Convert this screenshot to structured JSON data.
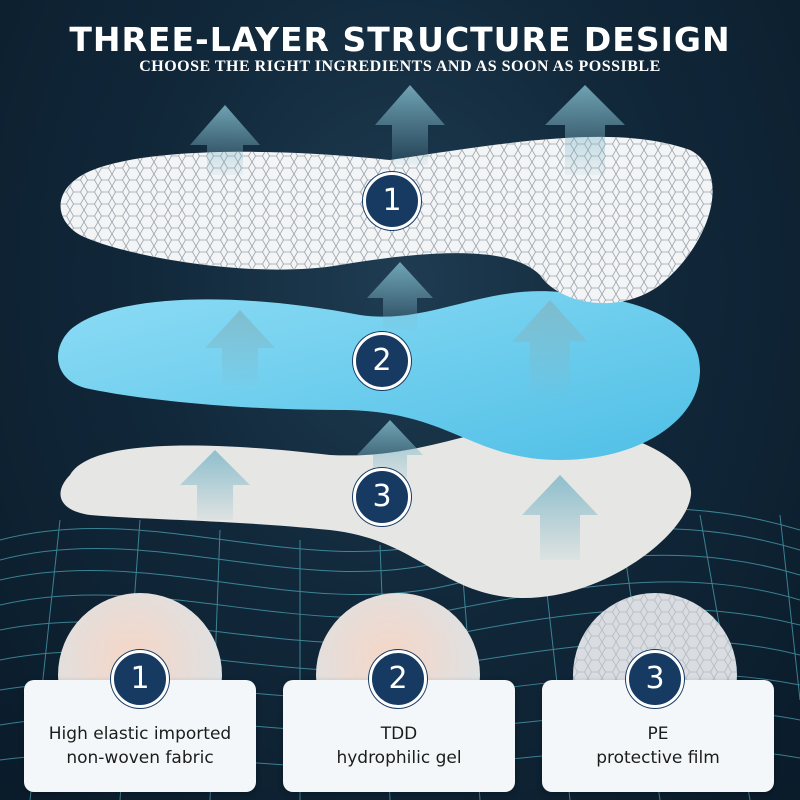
{
  "header": {
    "title": "THREE-LAYER STRUCTURE DESIGN",
    "subtitle": "CHOOSE THE RIGHT INGREDIENTS AND AS SOON AS POSSIBLE"
  },
  "layers": [
    {
      "number": "1",
      "color": "#f2f4f6"
    },
    {
      "number": "2",
      "color": "#6fcff0"
    },
    {
      "number": "3",
      "color": "#e6e6e4"
    }
  ],
  "materials": [
    {
      "number": "1",
      "line1": "High elastic imported",
      "line2": "non-woven fabric"
    },
    {
      "number": "2",
      "line1": "TDD",
      "line2": "hydrophilic gel"
    },
    {
      "number": "3",
      "line1": "PE",
      "line2": "protective film"
    }
  ],
  "colors": {
    "badge": "#173a63",
    "arrow": "#8fc2cf",
    "mesh": "#5fd0e0"
  }
}
